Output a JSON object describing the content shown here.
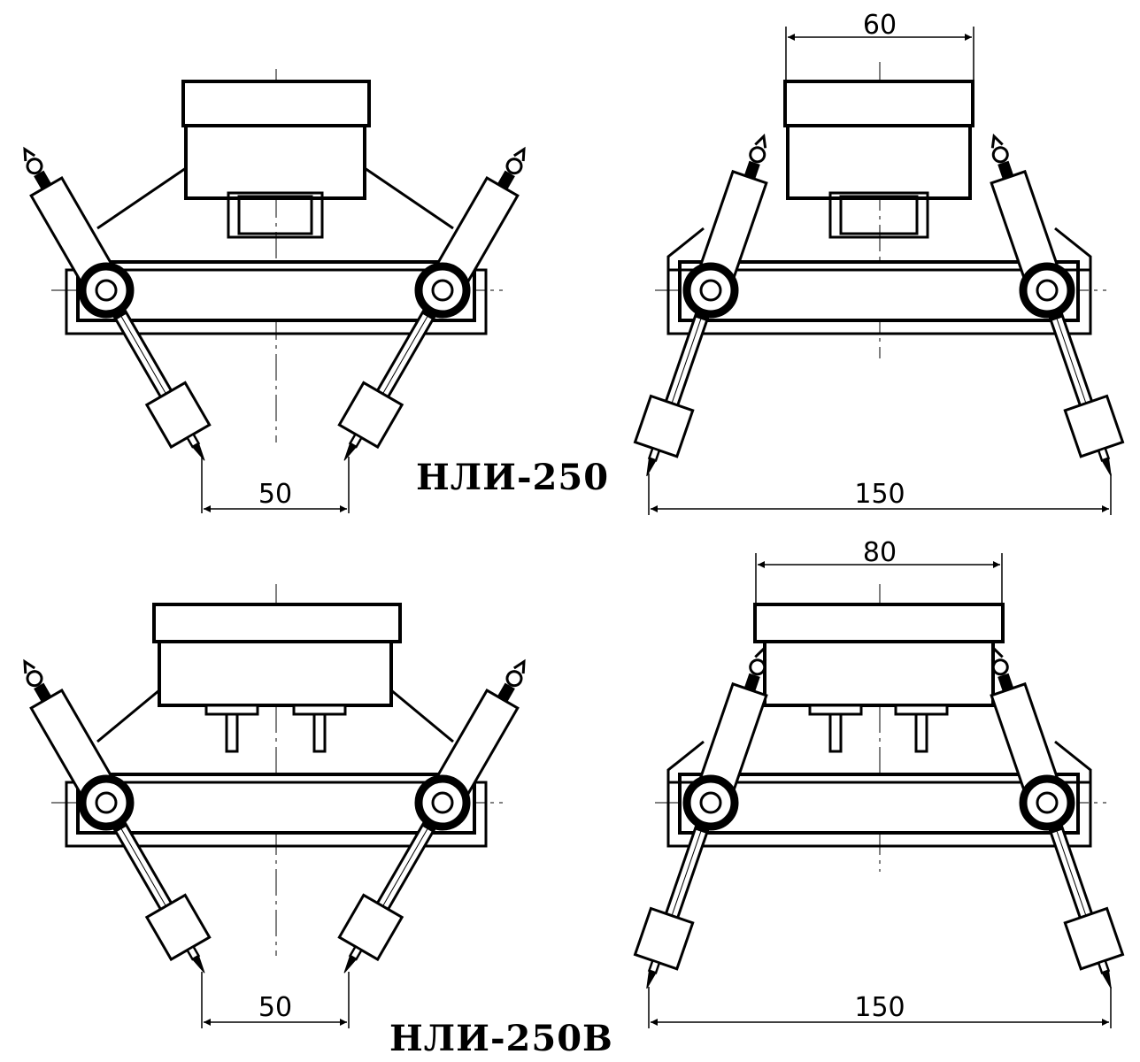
{
  "labels": {
    "top_model": "НЛИ-250",
    "bottom_model": "НЛИ-250В"
  },
  "dimensions": {
    "top_left_span": "50",
    "top_right_width": "60",
    "top_right_span": "150",
    "bottom_left_span": "50",
    "bottom_right_width": "80",
    "bottom_right_span": "150"
  },
  "style": {
    "line_color": "#000000",
    "background": "#ffffff"
  }
}
